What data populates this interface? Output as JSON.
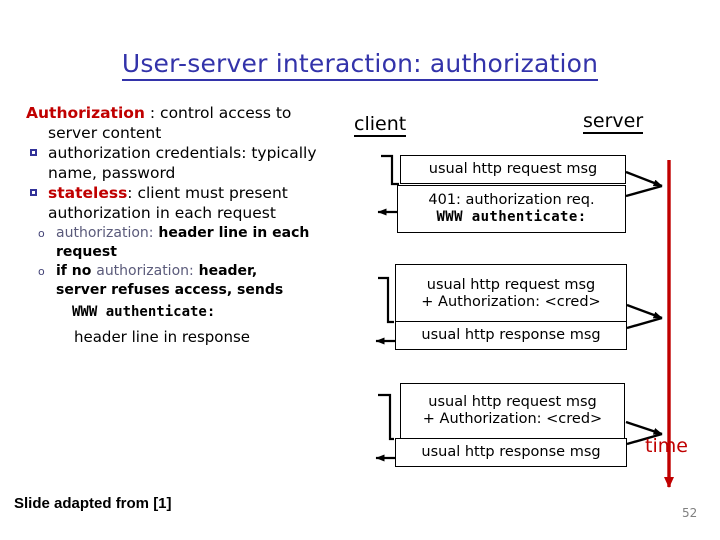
{
  "slide": {
    "title": "User-server interaction: authorization",
    "title_color": "#3333AA",
    "accent_red": "#C00000",
    "footer_note": "Slide adapted from [1]",
    "page_number": "52"
  },
  "bullets": {
    "heading_term": "Authorization",
    "heading_sep": " : ",
    "heading_rest_line1": "control access to",
    "heading_rest_line2": "server content",
    "b1_line1": "authorization credentials: typically",
    "b1_line2": "name, password",
    "b2_term": "stateless",
    "b2_sep": ": ",
    "b2_line1_rest": "client must present",
    "b2_line2": "authorization in each request",
    "s1_term": "authorization:",
    "s1_rest": " header line in each",
    "s1_line2": "request",
    "s2_pre": "if no ",
    "s2_term": "authorization:",
    "s2_rest": " header,",
    "s2_line2": "server refuses access, sends",
    "s2_mono": "WWW  authenticate:",
    "s2_line3": "header line in response"
  },
  "diagram": {
    "client_label": "client",
    "server_label": "server",
    "time_label": "time",
    "messages": [
      {
        "name": "http-request-1",
        "lines": [
          "usual http request msg"
        ]
      },
      {
        "name": "auth-required-401",
        "lines": [
          "401: authorization req.",
          "WWW  authenticate:"
        ]
      },
      {
        "name": "http-request-2",
        "lines": [
          "usual http request msg",
          "+  Authorization: <cred>"
        ]
      },
      {
        "name": "http-response-1",
        "lines": [
          "usual http response msg"
        ]
      },
      {
        "name": "http-request-3",
        "lines": [
          "usual http request msg",
          "+ Authorization: <cred>"
        ]
      },
      {
        "name": "http-response-2",
        "lines": [
          "usual http response msg"
        ]
      }
    ]
  }
}
